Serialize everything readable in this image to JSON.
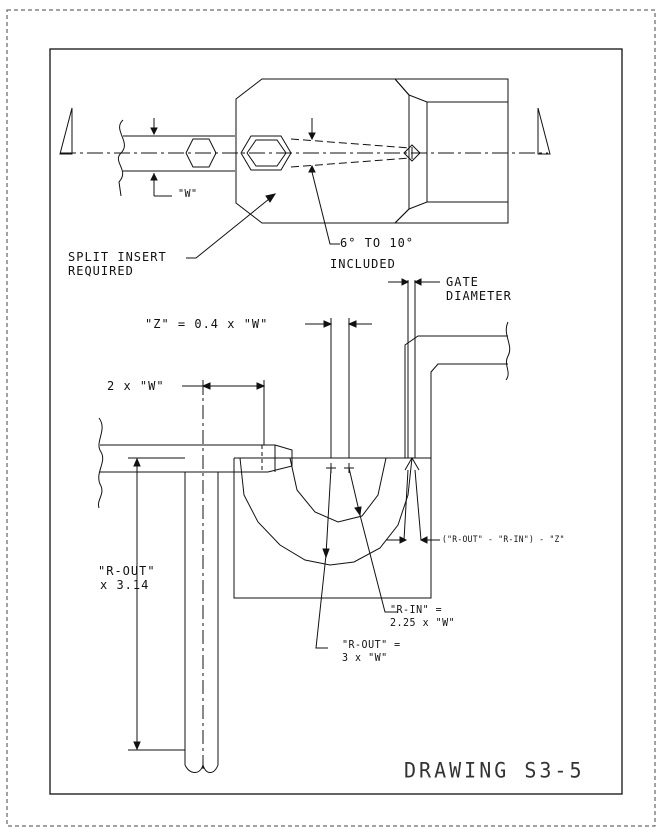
{
  "drawing": {
    "title": "DRAWING S3-5",
    "labels": {
      "w_top": "\"W\"",
      "split_insert_1": "SPLIT INSERT",
      "split_insert_2": "REQUIRED",
      "angle_1": "6° TO 10°",
      "angle_2": "INCLUDED",
      "gate_1": "GATE",
      "gate_2": "DIAMETER",
      "z_formula": "\"Z\" = 0.4 x \"W\"",
      "two_w": "2 x \"W\"",
      "r_out_mult_1": "\"R-OUT\"",
      "r_out_mult_2": "x 3.14",
      "difference": "(\"R-OUT\" - \"R-IN\") - \"Z\"",
      "r_in_1": "\"R-IN\" =",
      "r_in_2": "2.25 x \"W\"",
      "r_out_1": "\"R-OUT\" =",
      "r_out_2": "3 x \"W\""
    },
    "colors": {
      "line": "#111111",
      "border": "#444444",
      "background": "#ffffff"
    }
  }
}
